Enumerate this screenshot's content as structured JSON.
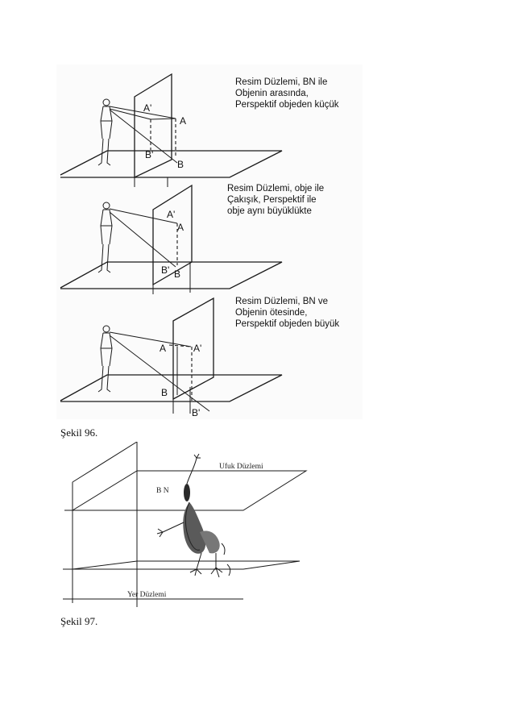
{
  "figure96": {
    "caption": "Şekil 96.",
    "panels": [
      {
        "note": [
          "Resim Düzlemi, BN ile",
          "Objenin arasında,",
          "Perspektif objeden küçük"
        ],
        "labels": {
          "a_prime": "A'",
          "a": "A",
          "b_prime": "B'",
          "b": "B"
        }
      },
      {
        "note": [
          "Resim Düzlemi, obje ile",
          "Çakışık, Perspektif ile",
          "obje aynı büyüklükte"
        ],
        "labels": {
          "a_prime": "A'",
          "a": "A",
          "b_prime": "B'",
          "b": "B"
        }
      },
      {
        "note": [
          "Resim Düzlemi, BN ve",
          "Objenin ötesinde,",
          "Perspektif objeden büyük"
        ],
        "labels": {
          "a": "A",
          "a_prime": "A'",
          "b": "B",
          "b_prime": "B'"
        }
      }
    ]
  },
  "figure97": {
    "caption": "Şekil 97.",
    "labels": {
      "horizon_plane": "Ufuk Düzlemi",
      "bn": "B N",
      "ground_plane": "Yer Düzlemi"
    }
  }
}
